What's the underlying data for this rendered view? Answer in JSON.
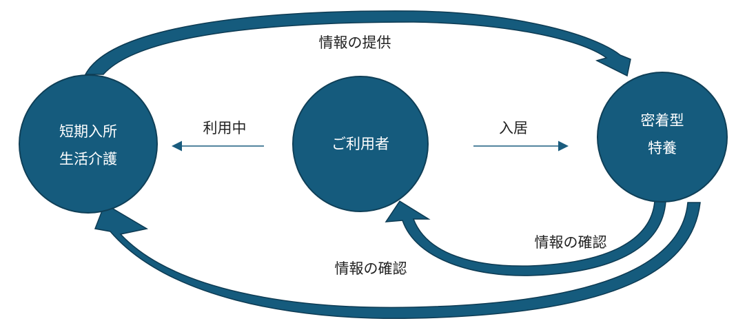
{
  "colors": {
    "node_fill": "#155b7d",
    "node_stroke": "#0f3f57",
    "arrow_fill": "#155b7d",
    "arrow_stroke": "#0d3a52",
    "thin_arrow": "#1a5c7e",
    "label": "#222222"
  },
  "nodes": {
    "short_stay": {
      "line1": "短期入所",
      "line2": "生活介護"
    },
    "user": {
      "label": "ご利用者"
    },
    "special_home": {
      "line1": "密着型",
      "line2": "特養"
    }
  },
  "edges": {
    "info_provide": "情報の提供",
    "in_use": "利用中",
    "move_in": "入居",
    "info_confirm_user": "情報の確認",
    "info_confirm_short": "情報の確認"
  }
}
